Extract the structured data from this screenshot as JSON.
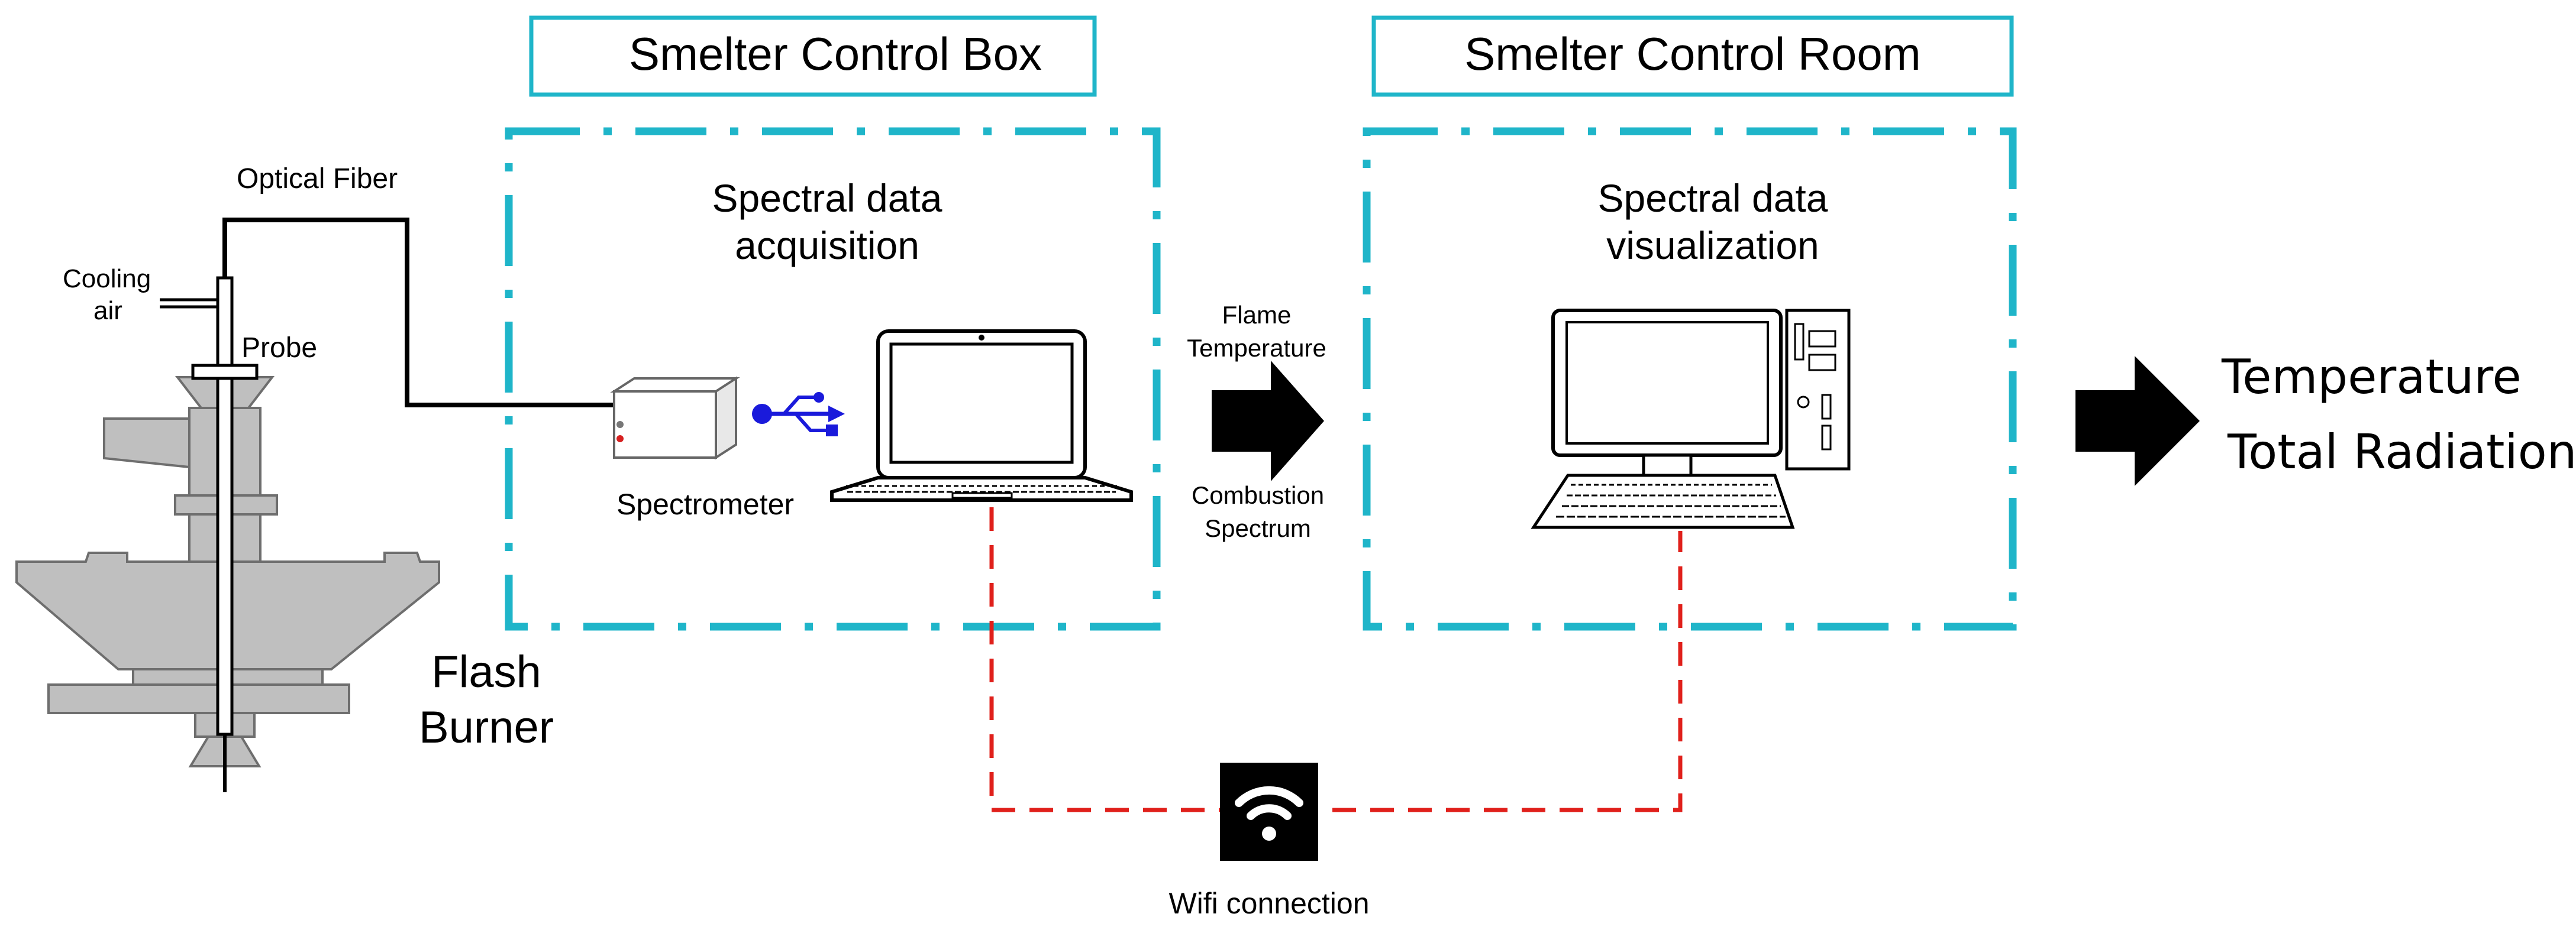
{
  "labels": {
    "smelter_control_box": "Smelter Control Box",
    "smelter_control_room": "Smelter Control Room",
    "optical_fiber": "Optical Fiber",
    "cooling_air_line1": "Cooling",
    "cooling_air_line2": "air",
    "probe": "Probe",
    "flash_burner_line1": "Flash",
    "flash_burner_line2": "Burner",
    "spectrometer": "Spectrometer",
    "spectral_acquisition_line1": "Spectral data",
    "spectral_acquisition_line2": "acquisition",
    "flame_temperature_line1": "Flame",
    "flame_temperature_line2": "Temperature",
    "combustion_spectrum_line1": "Combustion",
    "combustion_spectrum_line2": "Spectrum",
    "spectral_visualization_line1": "Spectral data",
    "spectral_visualization_line2": "visualization",
    "output_temperature": "Temperature",
    "output_total_radiation": "Total Radiation",
    "wifi_connection": "Wifi connection"
  },
  "icons": {
    "usb": "usb-icon",
    "wifi": "wifi-icon",
    "laptop": "laptop-icon",
    "desktop": "desktop-computer-icon",
    "spectrometer": "spectrometer-box-icon",
    "burner": "flash-burner-drawing"
  },
  "colors": {
    "box_border": "#1fb5c9",
    "wifi_link": "#e0201b",
    "usb": "#1a1adb",
    "burner_fill": "#bfbfbf",
    "arrow_fill": "#000000"
  }
}
